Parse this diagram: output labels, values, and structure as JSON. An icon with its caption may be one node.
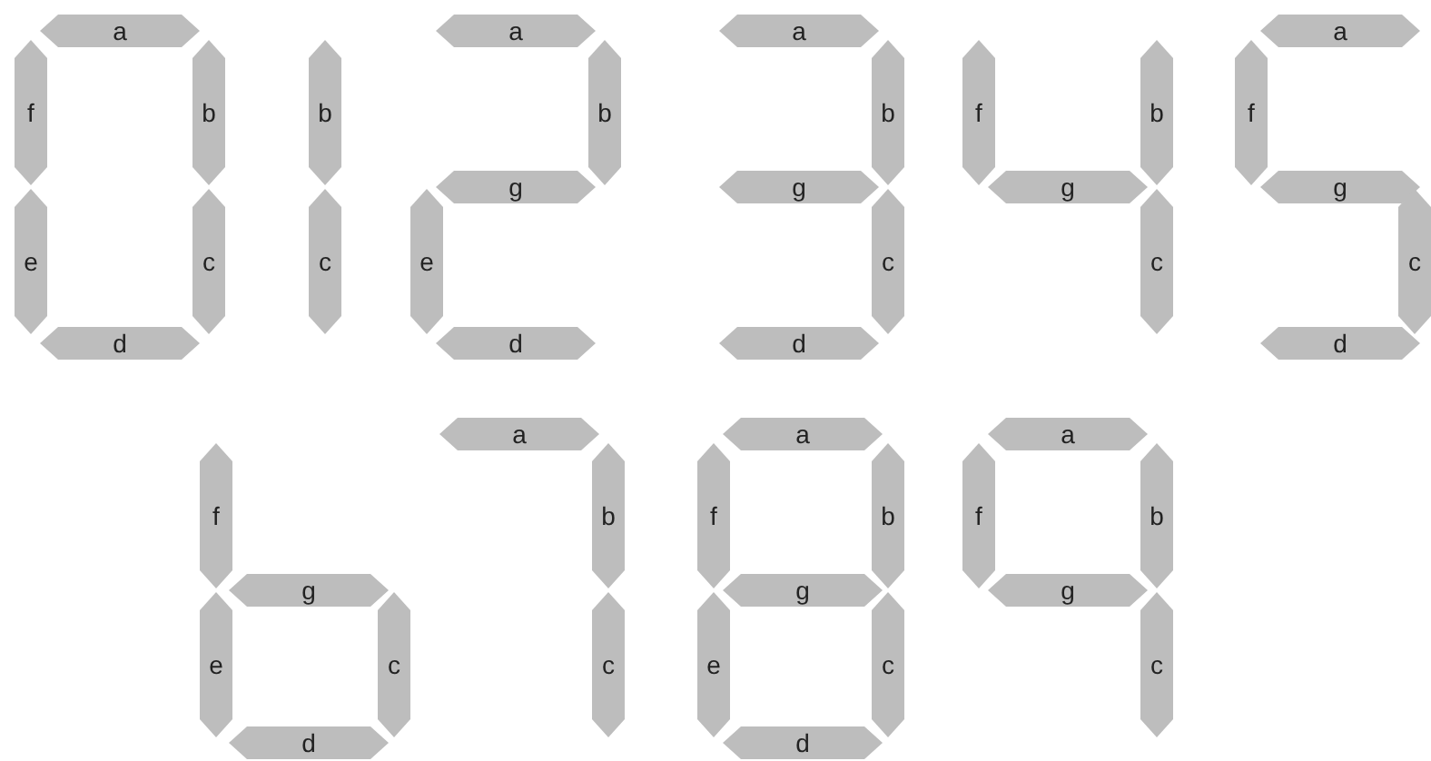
{
  "diagram": {
    "nodes": [
      {
        "text": [
          "a"
        ]
      },
      {
        "text": [
          "f"
        ]
      },
      {
        "text": [
          "b"
        ]
      },
      {
        "text": [
          "e"
        ]
      },
      {
        "text": [
          "c"
        ]
      },
      {
        "text": [
          "d"
        ]
      },
      {
        "text": [
          "b"
        ]
      },
      {
        "text": [
          "c"
        ]
      },
      {
        "text": [
          "a"
        ]
      },
      {
        "text": [
          "b"
        ]
      },
      {
        "text": [
          "g"
        ]
      },
      {
        "text": [
          "e"
        ]
      },
      {
        "text": [
          "d"
        ]
      },
      {
        "text": [
          "a"
        ]
      },
      {
        "text": [
          "b"
        ]
      },
      {
        "text": [
          "g"
        ]
      },
      {
        "text": [
          "c"
        ]
      },
      {
        "text": [
          "d"
        ]
      },
      {
        "text": [
          "f"
        ]
      },
      {
        "text": [
          "b"
        ]
      },
      {
        "text": [
          "g"
        ]
      },
      {
        "text": [
          "c"
        ]
      },
      {
        "text": [
          "a"
        ]
      },
      {
        "text": [
          "f"
        ]
      },
      {
        "text": [
          "g"
        ]
      },
      {
        "text": [
          "c"
        ]
      },
      {
        "text": [
          "d"
        ]
      },
      {
        "text": [
          "f"
        ]
      },
      {
        "text": [
          "g"
        ]
      },
      {
        "text": [
          "e"
        ]
      },
      {
        "text": [
          "c"
        ]
      },
      {
        "text": [
          "d"
        ]
      },
      {
        "text": [
          "a"
        ]
      },
      {
        "text": [
          "b"
        ]
      },
      {
        "text": [
          "c"
        ]
      },
      {
        "text": [
          "a"
        ]
      },
      {
        "text": [
          "f"
        ]
      },
      {
        "text": [
          "b"
        ]
      },
      {
        "text": [
          "g"
        ]
      },
      {
        "text": [
          "e"
        ]
      },
      {
        "text": [
          "c"
        ]
      },
      {
        "text": [
          "d"
        ]
      },
      {
        "text": [
          "a"
        ]
      },
      {
        "text": [
          "f"
        ]
      },
      {
        "text": [
          "b"
        ]
      },
      {
        "text": [
          "g"
        ]
      },
      {
        "text": [
          "c"
        ]
      }
    ]
  }
}
